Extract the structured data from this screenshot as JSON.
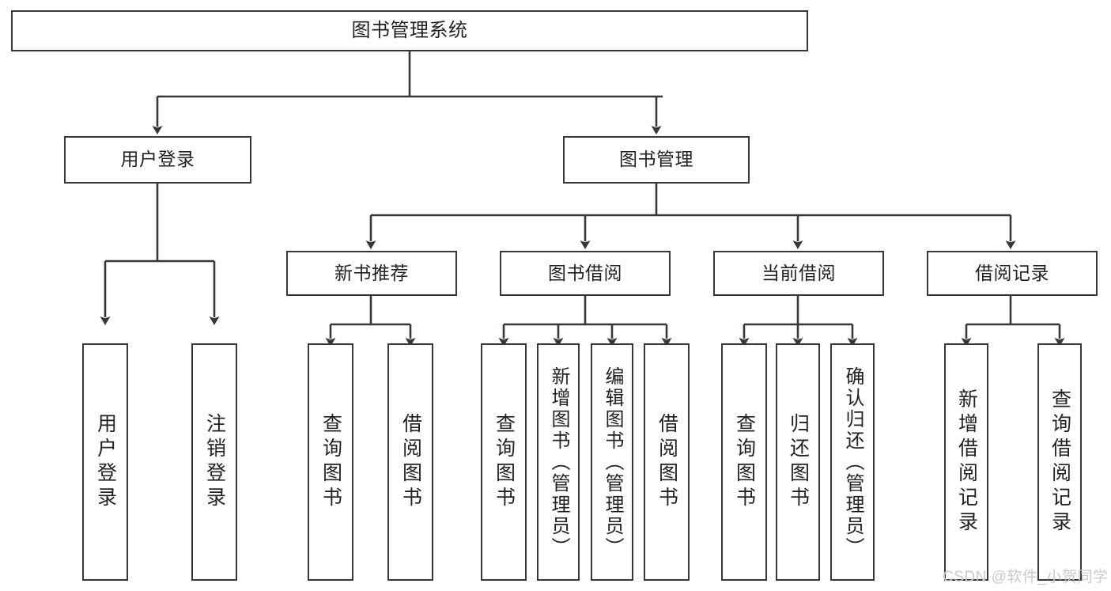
{
  "diagram": {
    "type": "tree-hierarchy-chart",
    "title": "图书管理系统",
    "style": {
      "box_border": "#34373b",
      "box_fill": "#ffffff",
      "text": "#1f2124",
      "connector": "#34373b",
      "background": "#ffffff"
    },
    "root": {
      "label": "图书管理系统"
    },
    "level1": [
      {
        "key": "user_login",
        "label": "用户登录"
      },
      {
        "key": "book_manage",
        "label": "图书管理"
      }
    ],
    "level2": [
      {
        "key": "new_book_rec",
        "label": "新书推荐"
      },
      {
        "key": "book_borrow",
        "label": "图书借阅"
      },
      {
        "key": "current_borrow",
        "label": "当前借阅"
      },
      {
        "key": "borrow_record",
        "label": "借阅记录"
      }
    ],
    "leaves": {
      "user_login": [
        {
          "label": "用户登录"
        },
        {
          "label": "注销登录"
        }
      ],
      "new_book_rec": [
        {
          "label": "查询图书"
        },
        {
          "label": "借阅图书"
        }
      ],
      "book_borrow": [
        {
          "label": "查询图书"
        },
        {
          "label": "新增图书（管理员）"
        },
        {
          "label": "编辑图书（管理员）"
        },
        {
          "label": "借阅图书"
        }
      ],
      "current_borrow": [
        {
          "label": "查询图书"
        },
        {
          "label": "归还图书"
        },
        {
          "label": "确认归还（管理员）"
        }
      ],
      "borrow_record": [
        {
          "label": "新增借阅记录"
        },
        {
          "label": "查询借阅记录"
        }
      ]
    }
  },
  "watermark": {
    "text": "CSDN @软件_小贺同学"
  }
}
